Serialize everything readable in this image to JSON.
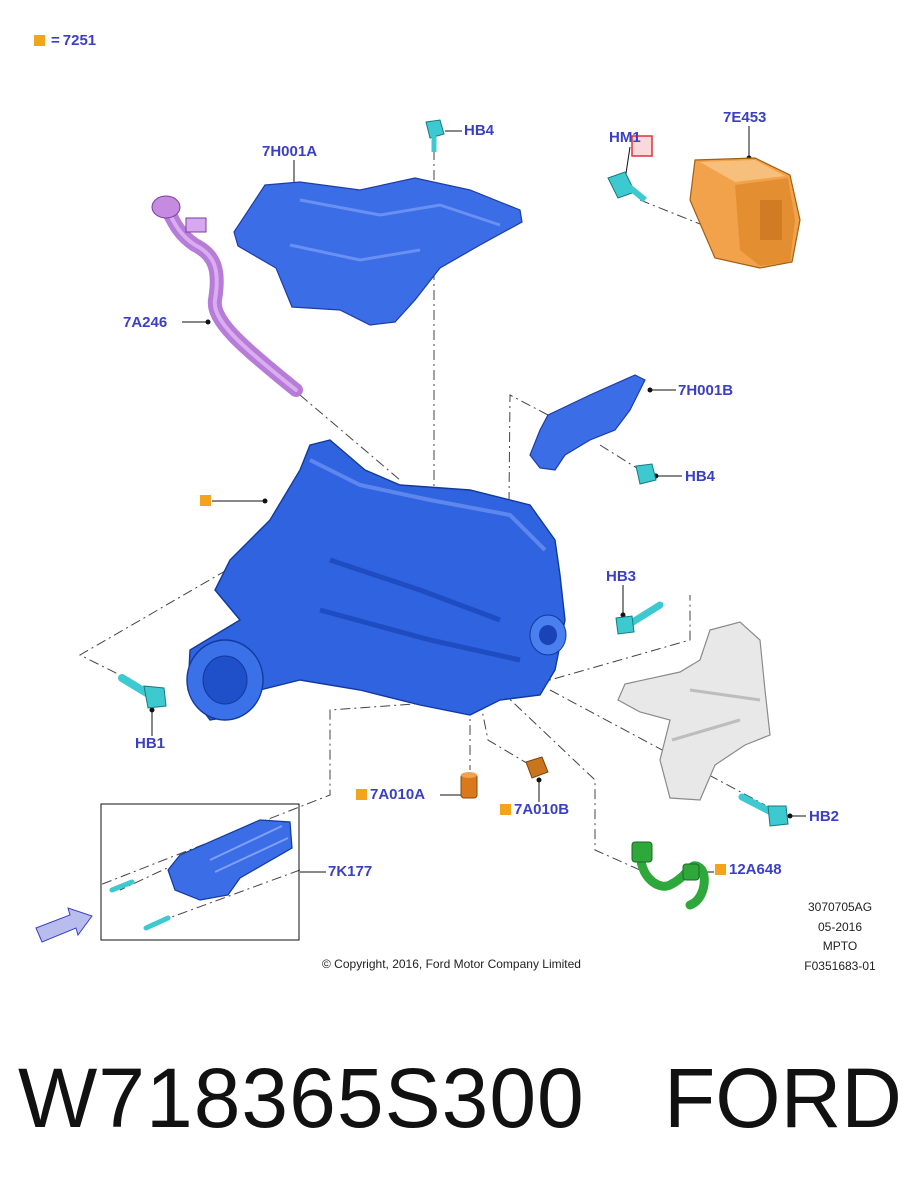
{
  "legend": {
    "marker_color": "#f3a41b",
    "equals": "=",
    "value": "7251"
  },
  "callouts": {
    "hb4_top": "HB4",
    "h7001a": "7H001A",
    "hm1": "HM1",
    "e7453": "7E453",
    "a7246": "7A246",
    "h7001b": "7H001B",
    "hb4_right": "HB4",
    "hb3": "HB3",
    "hb1": "HB1",
    "a7010a": "7A010A",
    "a7010b": "7A010B",
    "hb2": "HB2",
    "k7177": "7K177",
    "a12648": "12A648"
  },
  "meta": {
    "line1": "3070705AG",
    "line2": "05-2016",
    "line3": "MPTO",
    "line4": "F0351683-01"
  },
  "copyright": "© Copyright, 2016, Ford Motor Company Limited",
  "part_number": "W718365S300",
  "brand": "FORD",
  "colors": {
    "label": "#3a3fc4",
    "transfer_case": "#2f63e0",
    "heat_shield": "#3a6de6",
    "module": "#f2a24a",
    "tube": "#c58be0",
    "harness": "#2ea83a",
    "bolt": "#3cc9d0",
    "bracket": "#e6e6e6",
    "highlight_box": "#e0303a"
  }
}
